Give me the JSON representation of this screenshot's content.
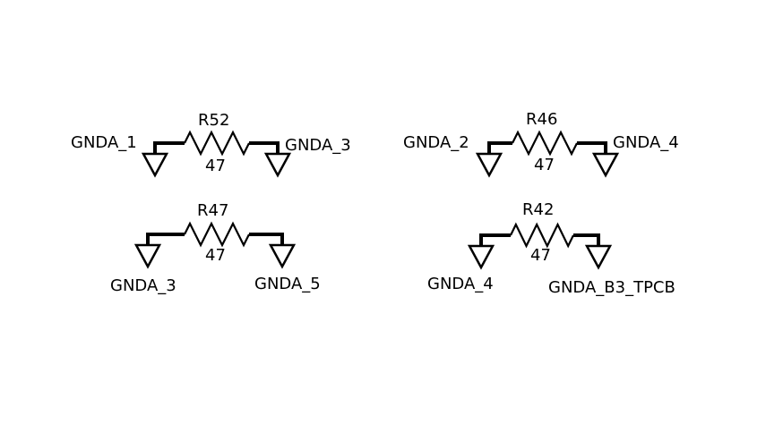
{
  "resistors": [
    {
      "ref": "R52",
      "value": "47",
      "net_left": "GNDA_1",
      "net_right": "GNDA_3"
    },
    {
      "ref": "R46",
      "value": "47",
      "net_left": "GNDA_2",
      "net_right": "GNDA_4"
    },
    {
      "ref": "R47",
      "value": "47",
      "net_left": "GNDA_3",
      "net_right": "GNDA_5"
    },
    {
      "ref": "R42",
      "value": "47",
      "net_left": "GNDA_4",
      "net_right": "GNDA_B3_TPCB"
    }
  ],
  "colors": {
    "wire": "#000000",
    "background": "#ffffff"
  }
}
